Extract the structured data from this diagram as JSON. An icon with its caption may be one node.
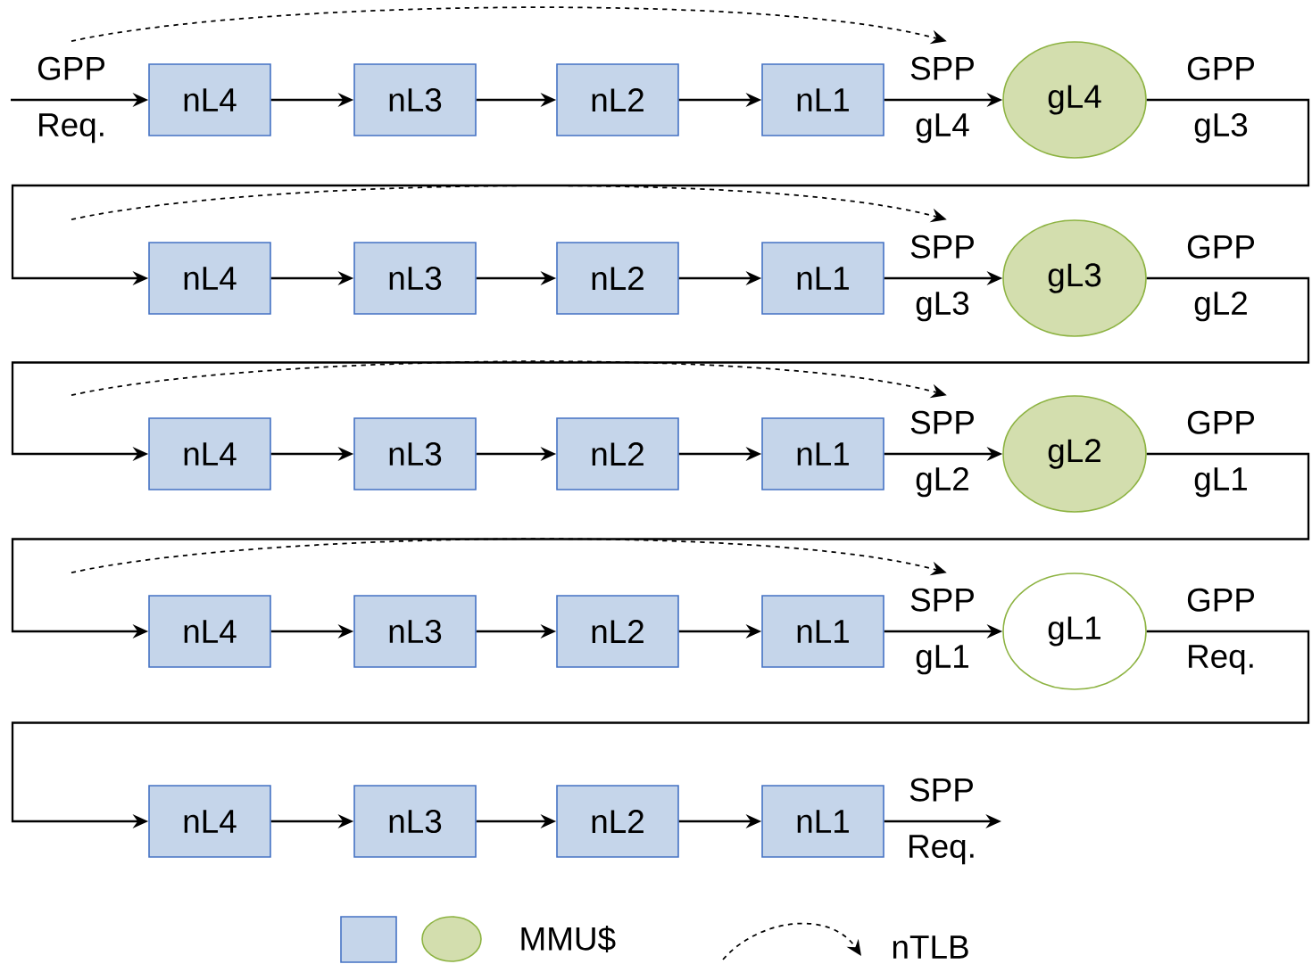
{
  "diagram": {
    "nodes": [
      {
        "text": [
          "nL4"
        ]
      },
      {
        "text": [
          "nL3"
        ]
      },
      {
        "text": [
          "nL2"
        ]
      },
      {
        "text": [
          "nL1"
        ]
      },
      {
        "text": [
          "gL4"
        ]
      },
      {
        "text": [
          "nL4"
        ]
      },
      {
        "text": [
          "nL3"
        ]
      },
      {
        "text": [
          "nL2"
        ]
      },
      {
        "text": [
          "nL1"
        ]
      },
      {
        "text": [
          "gL3"
        ]
      },
      {
        "text": [
          "nL4"
        ]
      },
      {
        "text": [
          "nL3"
        ]
      },
      {
        "text": [
          "nL2"
        ]
      },
      {
        "text": [
          "nL1"
        ]
      },
      {
        "text": [
          "gL2"
        ]
      },
      {
        "text": [
          "nL4"
        ]
      },
      {
        "text": [
          "nL3"
        ]
      },
      {
        "text": [
          "nL2"
        ]
      },
      {
        "text": [
          "nL1"
        ]
      },
      {
        "text": [
          "gL1"
        ]
      },
      {
        "text": [
          "nL4"
        ]
      },
      {
        "text": [
          "nL3"
        ]
      },
      {
        "text": [
          "nL2"
        ]
      },
      {
        "text": [
          "nL1"
        ]
      }
    ],
    "edges": [
      {
        "from": null,
        "to": 0,
        "arrow": "to",
        "label": "GPP Req."
      },
      {
        "from": 0,
        "to": 1,
        "arrow": "to"
      },
      {
        "from": 1,
        "to": 2,
        "arrow": "to"
      },
      {
        "from": 2,
        "to": 3,
        "arrow": "to"
      },
      {
        "from": 3,
        "to": 4,
        "arrow": "to",
        "label": "SPP gL4"
      },
      {
        "from": 0,
        "to": 3,
        "arrow": "to",
        "style": "dashed"
      },
      {
        "from": 4,
        "to": 5,
        "arrow": "to",
        "label": "GPP gL3"
      },
      {
        "from": 5,
        "to": 6,
        "arrow": "to"
      },
      {
        "from": 6,
        "to": 7,
        "arrow": "to"
      },
      {
        "from": 7,
        "to": 8,
        "arrow": "to"
      },
      {
        "from": 8,
        "to": 9,
        "arrow": "to",
        "label": "SPP gL3"
      },
      {
        "from": 5,
        "to": 8,
        "arrow": "to",
        "style": "dashed"
      },
      {
        "from": 9,
        "to": 10,
        "arrow": "to",
        "label": "GPP gL2"
      },
      {
        "from": 10,
        "to": 11,
        "arrow": "to"
      },
      {
        "from": 11,
        "to": 12,
        "arrow": "to"
      },
      {
        "from": 12,
        "to": 13,
        "arrow": "to"
      },
      {
        "from": 13,
        "to": 14,
        "arrow": "to",
        "label": "SPP gL2"
      },
      {
        "from": 10,
        "to": 13,
        "arrow": "to",
        "style": "dashed"
      },
      {
        "from": 14,
        "to": 15,
        "arrow": "to",
        "label": "GPP gL1"
      },
      {
        "from": 15,
        "to": 16,
        "arrow": "to"
      },
      {
        "from": 16,
        "to": 17,
        "arrow": "to"
      },
      {
        "from": 17,
        "to": 18,
        "arrow": "to"
      },
      {
        "from": 18,
        "to": 19,
        "arrow": "to",
        "label": "SPP gL1"
      },
      {
        "from": 15,
        "to": 18,
        "arrow": "to",
        "style": "dashed"
      },
      {
        "from": 19,
        "to": 20,
        "arrow": "to",
        "label": "GPP Req."
      },
      {
        "from": 20,
        "to": 21,
        "arrow": "to"
      },
      {
        "from": 21,
        "to": 22,
        "arrow": "to"
      },
      {
        "from": 22,
        "to": 23,
        "arrow": "to"
      },
      {
        "from": 23,
        "to": null,
        "arrow": "to",
        "label": "SPP Req."
      }
    ],
    "legend": [
      {
        "text": "MMU$",
        "color": "#d3deae"
      },
      {
        "text": "nTLB"
      }
    ]
  }
}
